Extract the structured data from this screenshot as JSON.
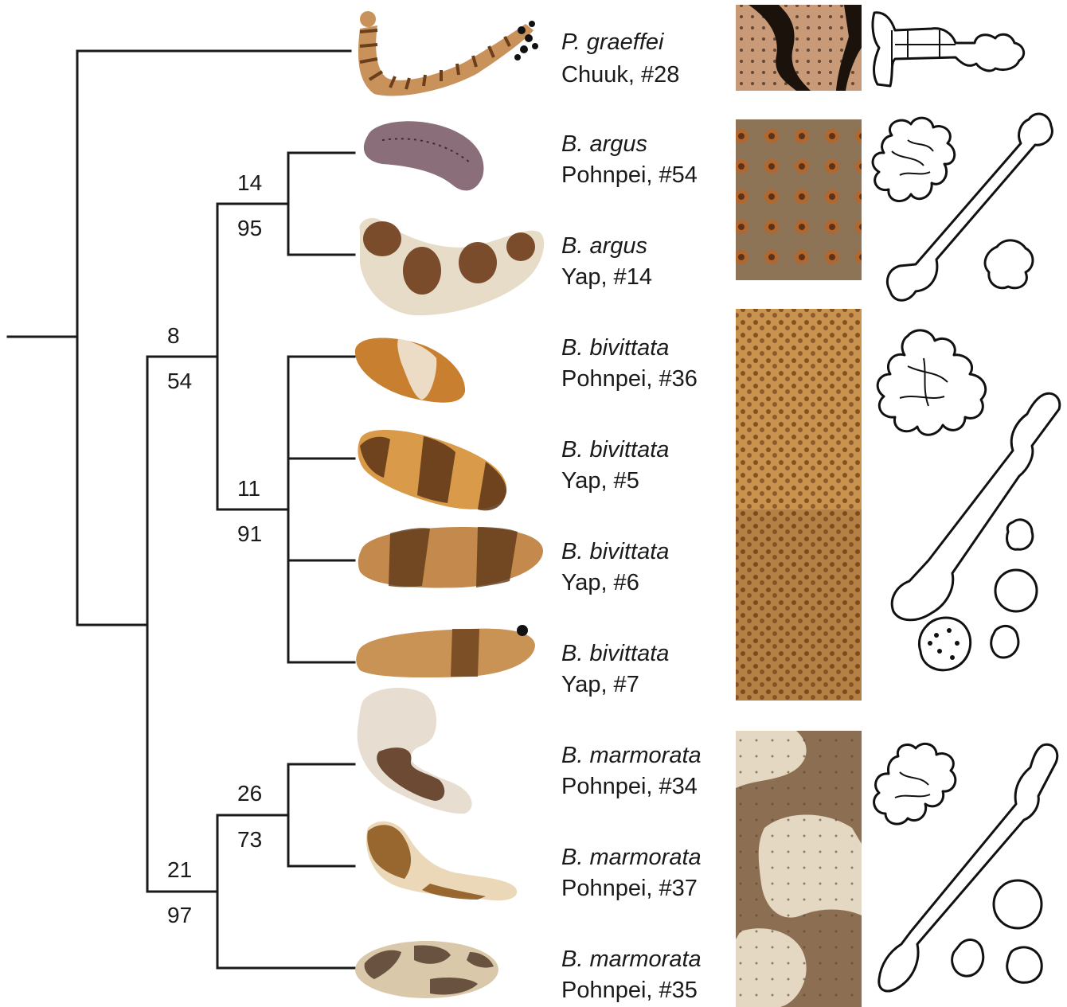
{
  "taxa": [
    {
      "species": "P. graeffei",
      "locality": "Chuuk, #28",
      "body_color": "#c9925a",
      "band_color": "#6b3f1c"
    },
    {
      "species": "B. argus",
      "locality": "Pohnpei, #54",
      "body_color": "#8a6f7a",
      "band_color": "#3f2a35"
    },
    {
      "species": "B. argus",
      "locality": "Yap, #14",
      "body_color": "#e6dcc8",
      "band_color": "#6e3c1a"
    },
    {
      "species": "B. bivittata",
      "locality": "Pohnpei, #36",
      "body_color": "#c97f30",
      "band_color": "#efe6d6"
    },
    {
      "species": "B. bivittata",
      "locality": "Yap, #5",
      "body_color": "#d99a4a",
      "band_color": "#5a3416"
    },
    {
      "species": "B. bivittata",
      "locality": "Yap, #6",
      "body_color": "#c4894c",
      "band_color": "#5e3818"
    },
    {
      "species": "B. bivittata",
      "locality": "Yap, #7",
      "body_color": "#c99356",
      "band_color": "#6a3f1c"
    },
    {
      "species": "B. marmorata",
      "locality": "Pohnpei, #34",
      "body_color": "#e7ddd0",
      "band_color": "#5f3a22"
    },
    {
      "species": "B. marmorata",
      "locality": "Pohnpei, #37",
      "body_color": "#ead8b8",
      "band_color": "#8a5416"
    },
    {
      "species": "B. marmorata",
      "locality": "Pohnpei, #35",
      "body_color": "#d9c9aa",
      "band_color": "#5c4634"
    }
  ],
  "nodes": [
    {
      "id": "argus",
      "top": "14",
      "bottom": "95"
    },
    {
      "id": "argus-bivittata",
      "top": "8",
      "bottom": "54"
    },
    {
      "id": "bivittata",
      "top": "11",
      "bottom": "91"
    },
    {
      "id": "marmorata-inner",
      "top": "26",
      "bottom": "73"
    },
    {
      "id": "marmorata",
      "top": "21",
      "bottom": "97"
    }
  ],
  "skin_panels": [
    {
      "group": "P. graeffei",
      "base_color": "#c99a78",
      "pattern_color": "#1c120c"
    },
    {
      "group": "B. argus",
      "base_color": "#8d7456",
      "pattern_color": "#b4662c"
    },
    {
      "group": "B. bivittata",
      "base_color": "#c9924e",
      "pattern_color": "#7a4a1f"
    },
    {
      "group": "B. marmorata",
      "base_color": "#8c6f52",
      "pattern_color": "#e4d8c2"
    }
  ],
  "colors": {
    "line": "#1a1a1a",
    "text": "#1a1a1a",
    "background": "#ffffff"
  }
}
